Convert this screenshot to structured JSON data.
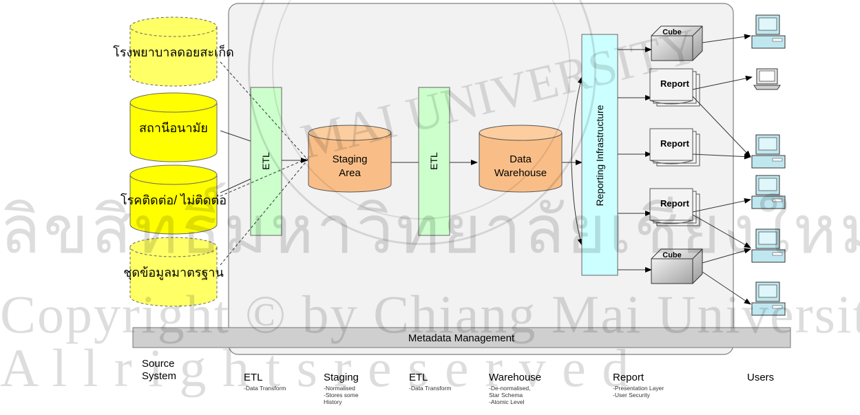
{
  "sources": [
    {
      "label": "โรงพยาบาลดอยสะเก็ด",
      "style": "dashed"
    },
    {
      "label": "สถานีอนามัย",
      "style": "solid"
    },
    {
      "label": "โรคติดต่อ/ ไม่ติดต่อ",
      "style": "solid"
    },
    {
      "label": "ชุดข้อมูลมาตรฐาน",
      "style": "dashed"
    }
  ],
  "etl1_label": "ETL",
  "staging": {
    "line1": "Staging",
    "line2": "Area"
  },
  "etl2_label": "ETL",
  "warehouse": {
    "line1": "Data",
    "line2": "Warehouse"
  },
  "reporting_label": "Reporting Infrastructure",
  "outputs": [
    "Cube",
    "Report",
    "Report",
    "Report",
    "Cube"
  ],
  "metadata_label": "Metadata Management",
  "bottom_labels": [
    {
      "title_lines": [
        "Source",
        "System"
      ],
      "sub_lines": []
    },
    {
      "title_lines": [
        "ETL"
      ],
      "sub_lines": [
        "-Data Transform"
      ]
    },
    {
      "title_lines": [
        "Staging"
      ],
      "sub_lines": [
        "-Normalised",
        "-Stores some",
        "History"
      ]
    },
    {
      "title_lines": [
        "ETL"
      ],
      "sub_lines": [
        "-Data Transform"
      ]
    },
    {
      "title_lines": [
        "Warehouse"
      ],
      "sub_lines": [
        "-De-normalised,",
        "Star Schema",
        "-Atomic Level"
      ]
    },
    {
      "title_lines": [
        "Report"
      ],
      "sub_lines": [
        "-Presentation Layer",
        "-User Security"
      ]
    },
    {
      "title_lines": [
        "Users"
      ],
      "sub_lines": []
    }
  ],
  "watermark": {
    "line1": "ลิขสิทธิ์มหาวิทยาลัยเชียงใหม่",
    "line2": "Copyright © by Chiang Mai University",
    "line3": "A l l   r i g h t s   r e s e r v e d",
    "seal_text": "MAI UNIVERSITY"
  },
  "colors": {
    "source_fill": "#ffff00",
    "source_fill_dashed": "#ffff66",
    "etl_fill": "#ccffcc",
    "cyl_fill": "#f9be87",
    "reporting_fill": "#ccffff",
    "metadata_fill": "#cfcfcf",
    "panel_fill": "#f2f2f2"
  }
}
